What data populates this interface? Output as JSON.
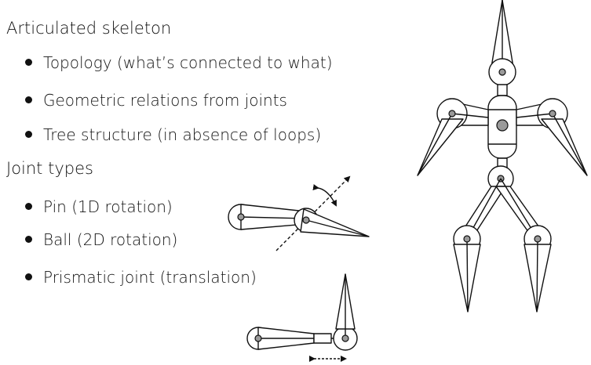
{
  "headings": {
    "skeleton": "Articulated skeleton",
    "joints": "Joint types"
  },
  "skeleton_bullets": [
    "Topology (what’s connected to what)",
    "Geometric relations from joints",
    "Tree structure (in absence of loops)"
  ],
  "joint_bullets": [
    "Pin (1D rotation)",
    "Ball (2D rotation)",
    "Prismatic joint (translation)"
  ],
  "colors": {
    "ink": "#111111",
    "joint_fill": "#9a9a9a",
    "background": "#ffffff"
  },
  "icons": [
    "pin-joint-diagram",
    "prismatic-joint-diagram",
    "skeleton-figure"
  ]
}
